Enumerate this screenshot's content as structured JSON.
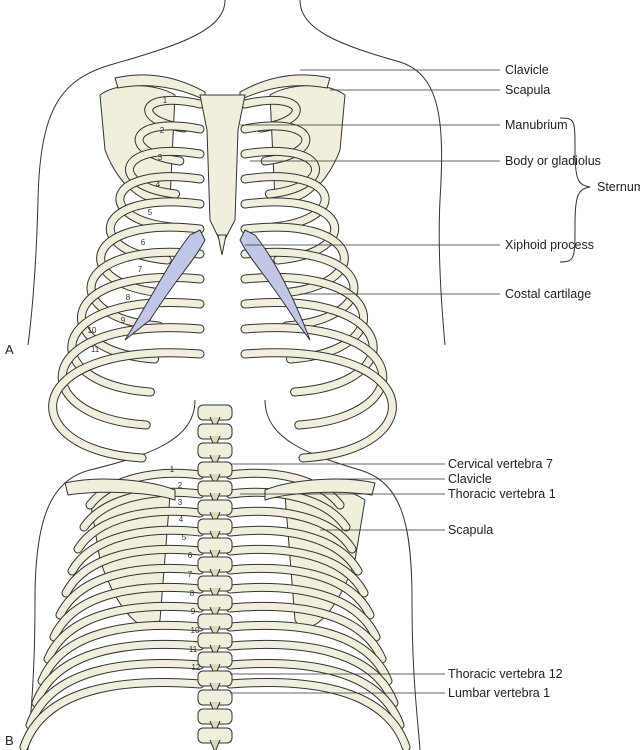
{
  "panel_a": {
    "letter": "A",
    "labels": [
      "Clavicle",
      "Scapula",
      "Manubrium",
      "Body or gladiolus",
      "Xiphoid process",
      "Costal cartilage"
    ],
    "group_label": "Sternum",
    "rib_numbers": [
      "1",
      "2",
      "3",
      "4",
      "5",
      "6",
      "7",
      "8",
      "9",
      "10",
      "11"
    ]
  },
  "panel_b": {
    "letter": "B",
    "labels": [
      "Cervical vertebra 7",
      "Clavicle",
      "Thoracic vertebra 1",
      "Scapula",
      "Thoracic vertebra 12",
      "Lumbar vertebra 1"
    ],
    "rib_numbers": [
      "1",
      "2",
      "3",
      "4",
      "5",
      "6",
      "7",
      "8",
      "9",
      "10",
      "11",
      "12"
    ]
  },
  "colors": {
    "bone": "#f1efdc",
    "bone_shade": "#ddd9b8",
    "cartilage": "#bfc6e6",
    "outline": "#333333"
  }
}
